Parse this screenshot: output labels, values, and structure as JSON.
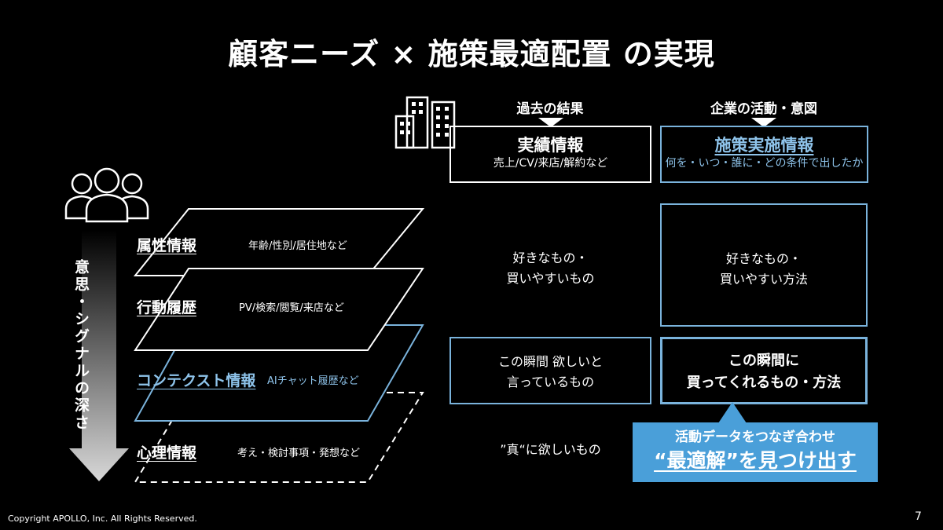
{
  "title": "顧客ニーズ × 施策最適配置 の実現",
  "columns": {
    "result": {
      "header": "過去の結果",
      "box_title": "実績情報",
      "box_sub": "売上/CV/来店/解約など"
    },
    "action": {
      "header": "企業の活動・意図",
      "box_title": "施策実施情報",
      "box_sub": "何を・いつ・誰に・どの条件で出したか"
    }
  },
  "layers": [
    {
      "label": "属性情報",
      "sub": "年齢/性別/居住地など"
    },
    {
      "label": "行動履歴",
      "sub": "PV/検索/閲覧/来店など"
    },
    {
      "label": "コンテクスト情報",
      "sub": "AIチャット履歴など"
    },
    {
      "label": "心理情報",
      "sub": "考え・検討事項・発想など"
    }
  ],
  "cells": {
    "row1_result": [
      "好きなもの・",
      "買いやすいもの"
    ],
    "row1_action": [
      "好きなもの・",
      "買いやすい方法"
    ],
    "row2_result": [
      "この瞬間 欲しいと",
      "言っているもの"
    ],
    "row2_action": [
      "この瞬間に",
      "買ってくれるもの・方法"
    ],
    "row3_result": "”真“に欲しいもの"
  },
  "depth_label": "意思・シグナルの深さ",
  "callout": {
    "line1": "活動データをつなぎ合わせ",
    "line2": "“最適解”を見つけ出す"
  },
  "footer": {
    "copyright": "Copyright APOLLO, Inc. All Rights Reserved.",
    "page": "7"
  },
  "colors": {
    "background": "#000000",
    "accent_blue": "#7ab3dc",
    "callout_blue": "#4a9fd9"
  },
  "icons": [
    "buildings-icon",
    "people-group-icon",
    "down-arrow-icon"
  ]
}
